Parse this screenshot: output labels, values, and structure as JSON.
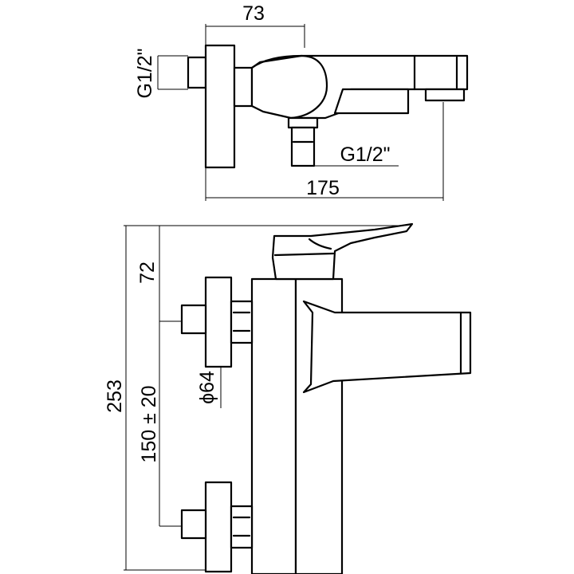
{
  "dimensions": {
    "top_width": "73",
    "top_thread_left": "G1/2\"",
    "top_thread_bottom": "G1/2\"",
    "top_total": "175",
    "front_upper": "72",
    "front_total": "253",
    "front_spacing": "150 ± 20",
    "front_flange_diameter": "ϕ64"
  }
}
